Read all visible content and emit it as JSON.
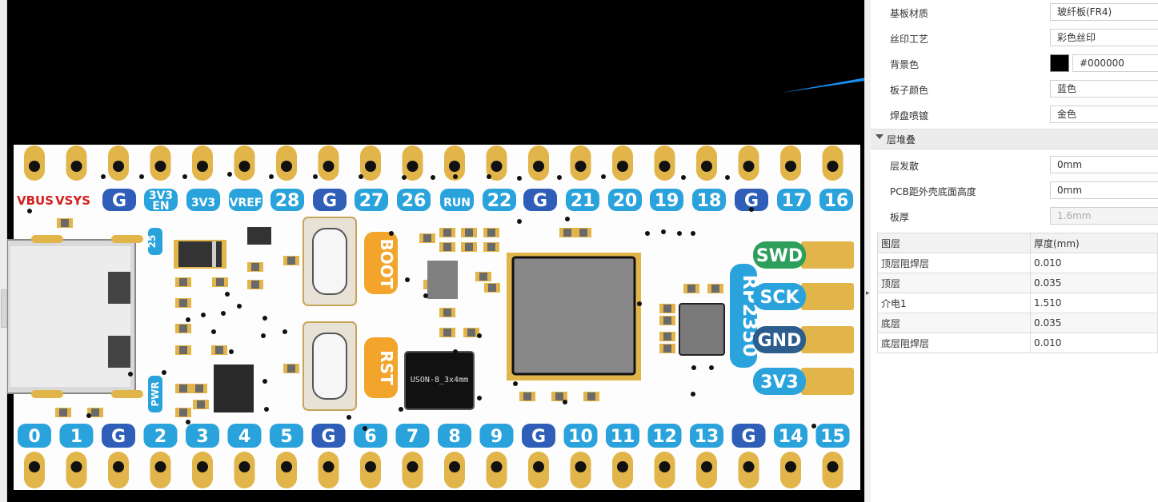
{
  "canvas": {
    "board_color": "#fdfdfd",
    "pad_color": "#e2b54a",
    "blue_label": "#2aa3dc",
    "dark_blue_label": "#2f5eb8",
    "orange_button": "#f2a52a",
    "gnd_pad_color": "#2d5d8c",
    "swd_pad_color": "#2e9e5b",
    "arrow_color": "#1a8ff0",
    "top_labels": [
      "G",
      "3V3\nEN",
      "3V3",
      "VREF",
      "28",
      "G",
      "27",
      "26",
      "RUN",
      "22",
      "G",
      "21",
      "20",
      "19",
      "18",
      "G",
      "17",
      "16"
    ],
    "bottom_labels": [
      "0",
      "1",
      "G",
      "2",
      "3",
      "4",
      "5",
      "G",
      "6",
      "7",
      "8",
      "9",
      "G",
      "10",
      "11",
      "12",
      "13",
      "G",
      "14",
      "15"
    ],
    "vbus_label": "VBUS",
    "vsys_label": "VSYS",
    "pin25_label": "25",
    "pwr_label": "PWR",
    "boot_label": "BOOT",
    "rst_label": "RST",
    "flash_label": "USON-8_3x4mm",
    "chip_label": "RP2350",
    "debug_labels": [
      "SWD",
      "SCK",
      "GND",
      "3V3"
    ]
  },
  "panel": {
    "rows_top": [
      {
        "label": "基板材质",
        "value": "玻纤板(FR4)"
      },
      {
        "label": "丝印工艺",
        "value": "彩色丝印"
      },
      {
        "label": "背景色",
        "value": "#000000",
        "color": "#000000"
      },
      {
        "label": "板子颜色",
        "value": "蓝色"
      },
      {
        "label": "焊盘喷镀",
        "value": "金色"
      }
    ],
    "section_title": "层堆叠",
    "rows_section": [
      {
        "label": "层发散",
        "value": "0mm"
      },
      {
        "label": "PCB距外壳底面高度",
        "value": "0mm"
      },
      {
        "label": "板厚",
        "value": "1.6mm"
      }
    ],
    "stack_header": [
      "图层",
      "厚度(mm)"
    ],
    "stack_rows": [
      [
        "顶层阻焊层",
        "0.010"
      ],
      [
        "顶层",
        "0.035"
      ],
      [
        "介电1",
        "1.510"
      ],
      [
        "底层",
        "0.035"
      ],
      [
        "底层阻焊层",
        "0.010"
      ]
    ]
  }
}
